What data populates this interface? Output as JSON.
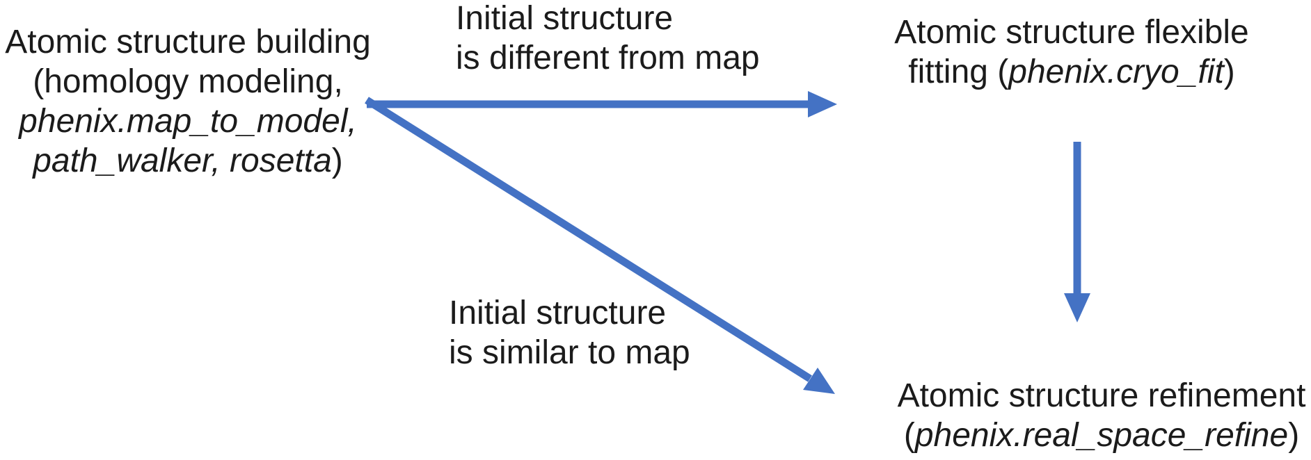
{
  "colors": {
    "arrow": "#4472C4",
    "text": "#1b1b1b",
    "background": "#ffffff"
  },
  "nodes": {
    "building": {
      "line1": "Atomic structure building",
      "line2": "(homology modeling,",
      "line3_italic": "phenix.map_to_model,",
      "line4_italic": "path_walker, rosetta",
      "line4_suffix": ")"
    },
    "flexible_fitting": {
      "line1": "Atomic structure flexible",
      "line2_prefix": "fitting (",
      "line2_italic": "phenix.cryo_fit",
      "line2_suffix": ")"
    },
    "refinement": {
      "line1": "Atomic structure refinement",
      "line2_prefix": "(",
      "line2_italic": "phenix.real_space_refine",
      "line2_suffix": ")"
    }
  },
  "edge_labels": {
    "different": {
      "line1": "Initial structure",
      "line2": "is different from map"
    },
    "similar": {
      "line1": "Initial structure",
      "line2": "is similar to map"
    }
  },
  "arrows": [
    {
      "name": "building-to-flexible-fitting",
      "condition": "Initial structure is different from map"
    },
    {
      "name": "building-to-refinement",
      "condition": "Initial structure is similar to map"
    },
    {
      "name": "flexible-fitting-to-refinement",
      "condition": ""
    }
  ]
}
